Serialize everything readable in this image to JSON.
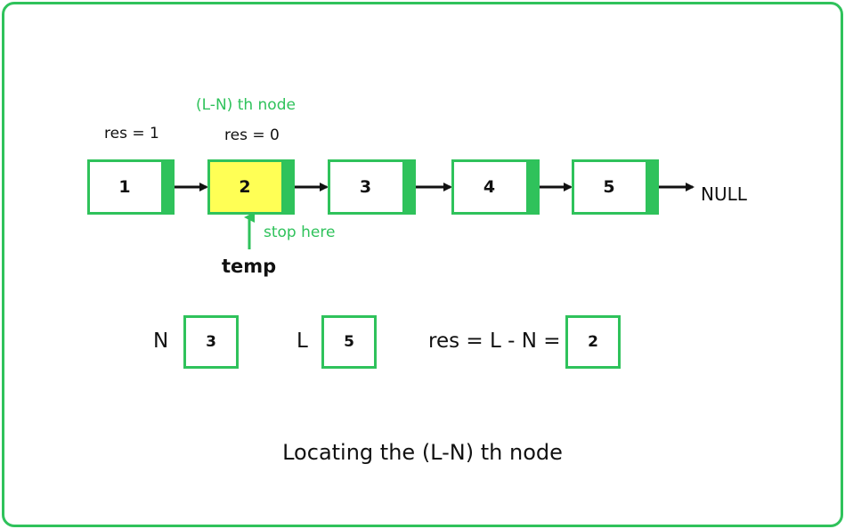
{
  "colors": {
    "accent": "#2fc25b",
    "highlight": "#ffff55",
    "text": "#111111"
  },
  "nodes": [
    {
      "value": "1",
      "highlighted": false
    },
    {
      "value": "2",
      "highlighted": true
    },
    {
      "value": "3",
      "highlighted": false
    },
    {
      "value": "4",
      "highlighted": false
    },
    {
      "value": "5",
      "highlighted": false
    }
  ],
  "null_label": "NULL",
  "annotations": {
    "res_1": "res = 1",
    "res_0": "res = 0",
    "target_label": "(L-N) th node",
    "stop_label": "stop here",
    "temp_label": "temp"
  },
  "formula": {
    "n_label": "N",
    "n_value": "3",
    "l_label": "L",
    "l_value": "5",
    "res_label": "res = L - N =",
    "res_value": "2"
  },
  "caption": "Locating the (L-N) th node"
}
